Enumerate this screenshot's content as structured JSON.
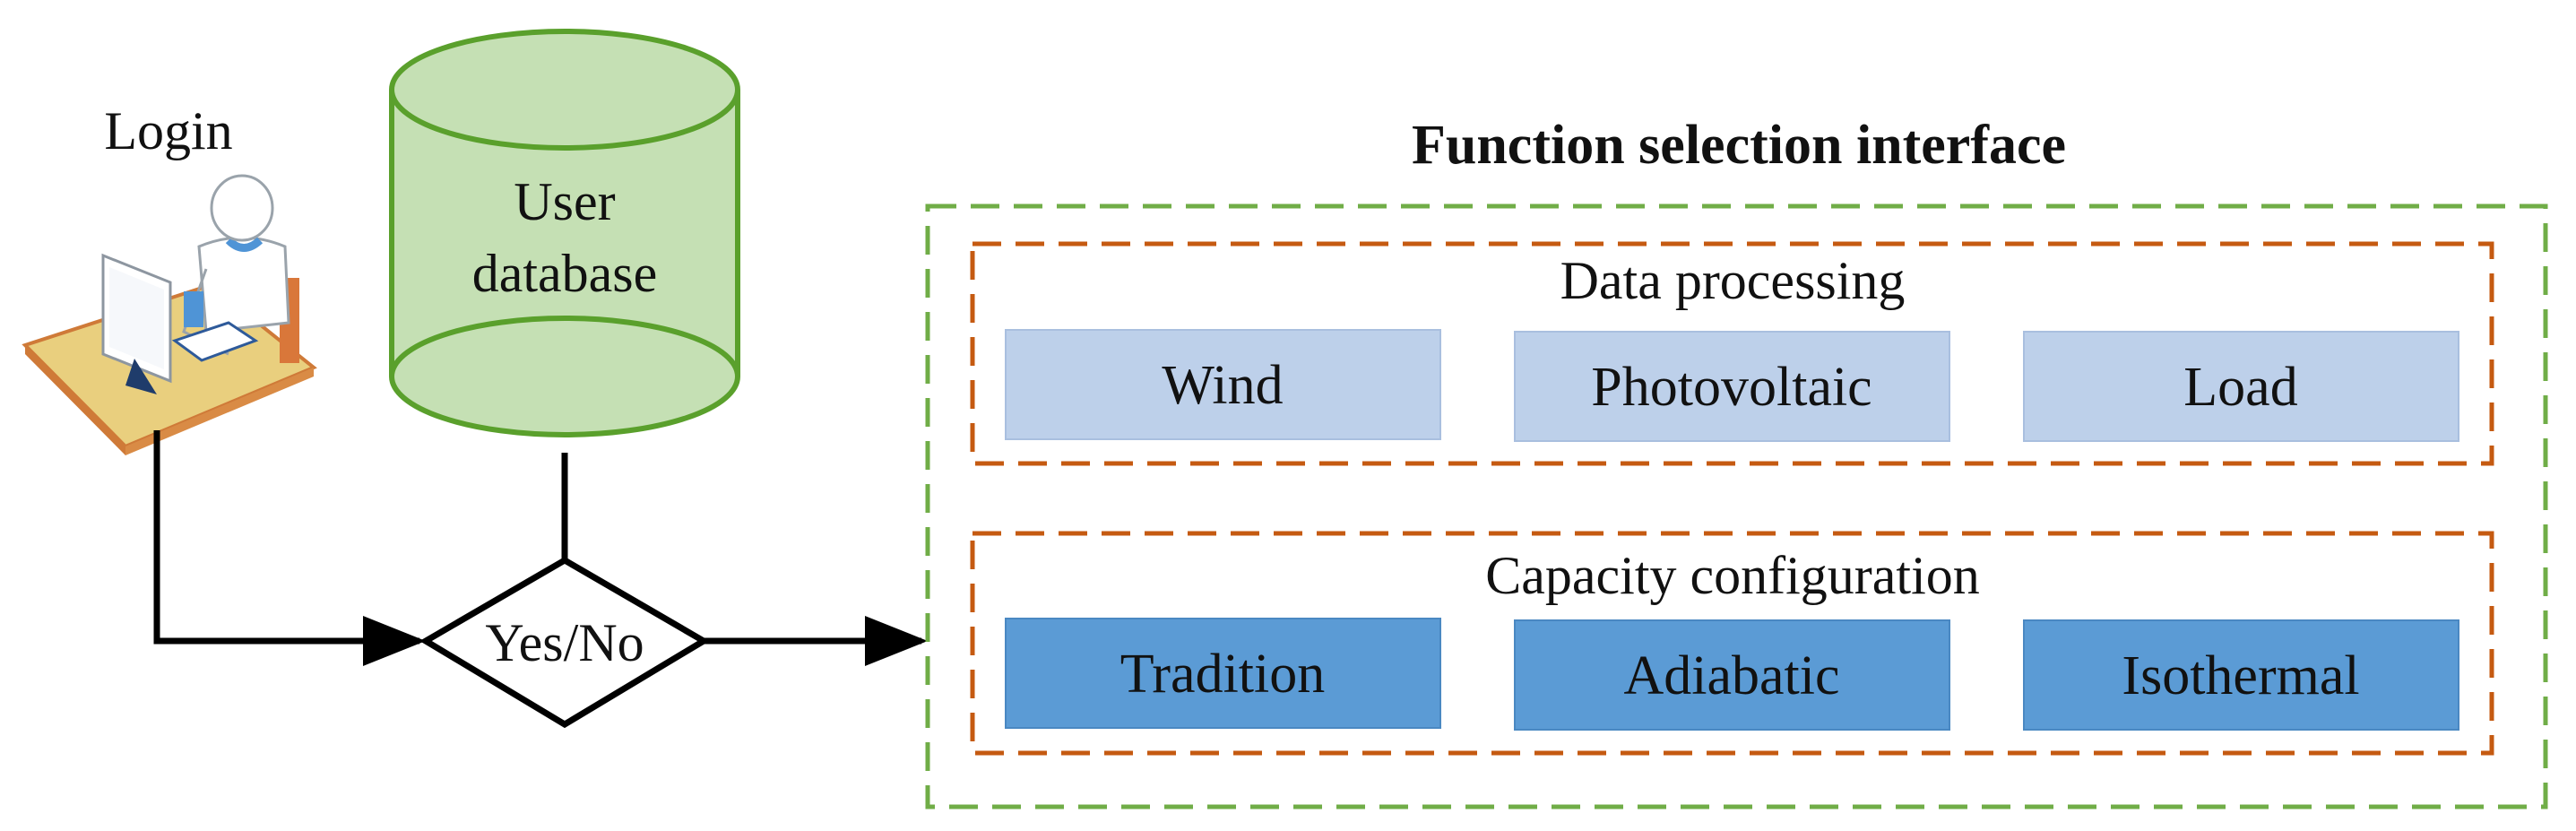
{
  "login": {
    "label": "Login"
  },
  "database": {
    "label_line1": "User",
    "label_line2": "database"
  },
  "decision": {
    "label": "Yes/No"
  },
  "interface": {
    "title": "Function selection interface",
    "data_processing": {
      "title": "Data processing",
      "items": [
        "Wind",
        "Photovoltaic",
        "Load"
      ]
    },
    "capacity_configuration": {
      "title": "Capacity configuration",
      "items": [
        "Tradition",
        "Adiabatic",
        "Isothermal"
      ]
    }
  },
  "colors": {
    "cylinder_fill": "#c5e0b4",
    "cylinder_stroke": "#5aa02c",
    "outer_dash": "#70ad47",
    "inner_dash": "#c55a11",
    "light_box": "#bdd0ea",
    "dark_box": "#5b9bd5"
  }
}
